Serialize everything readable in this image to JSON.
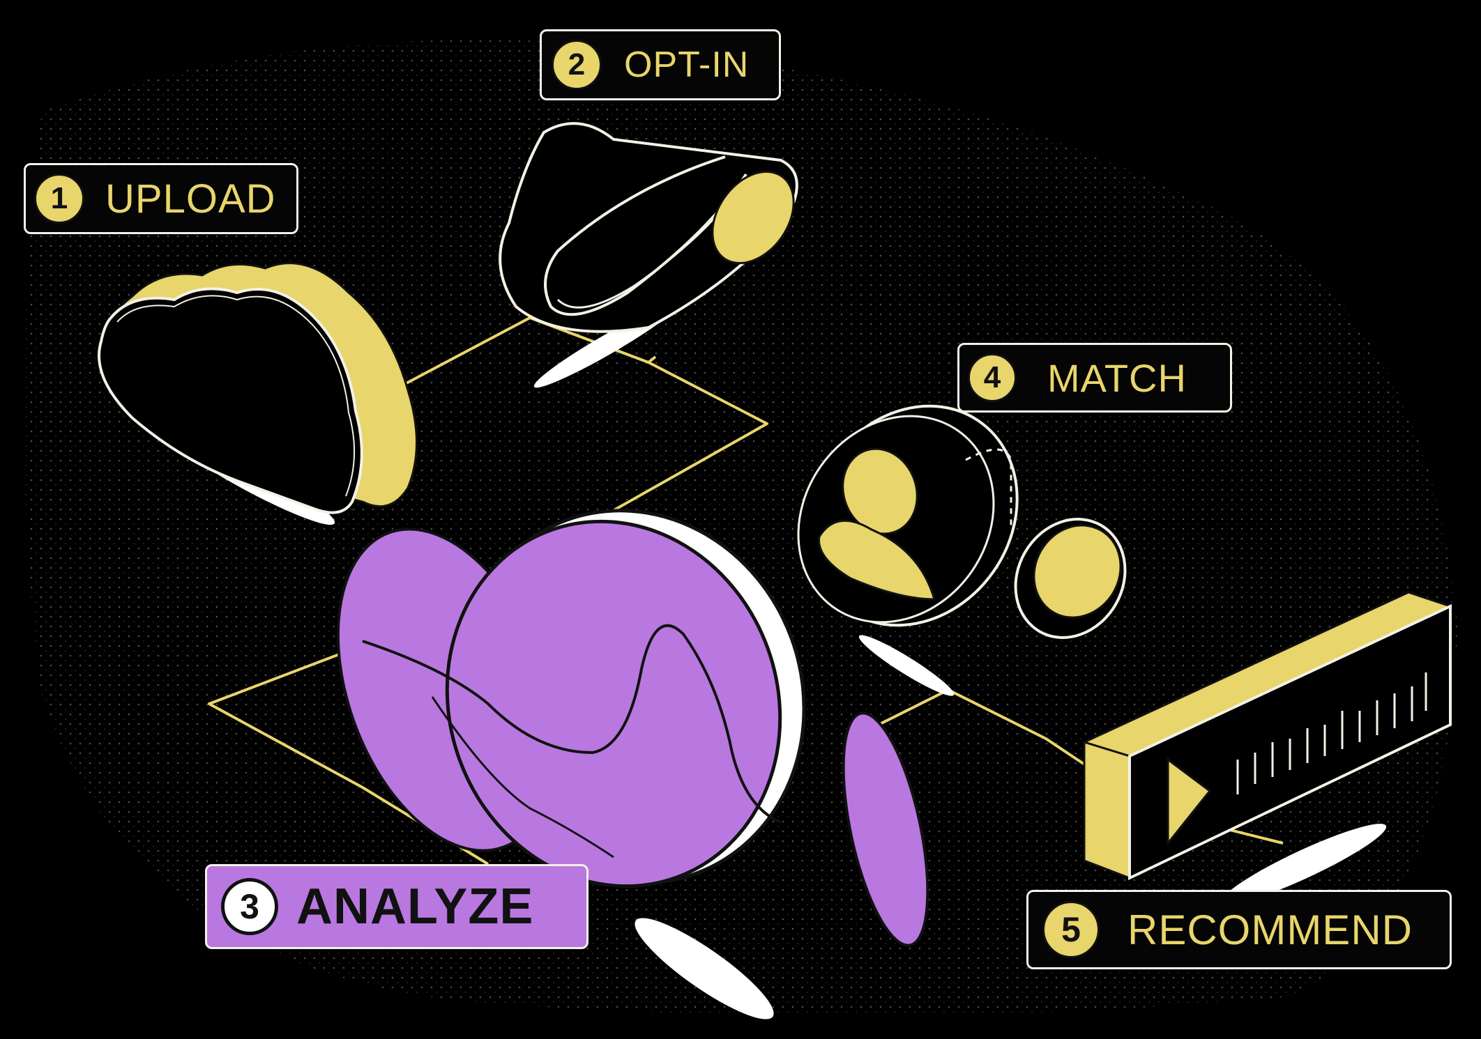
{
  "colors": {
    "background": "#000000",
    "accent_yellow": "#e8d56b",
    "accent_purple": "#b978e0",
    "outline": "#f4f1e6"
  },
  "steps": [
    {
      "number": "1",
      "label": "UPLOAD",
      "icon": "cloud-icon"
    },
    {
      "number": "2",
      "label": "OPT-IN",
      "icon": "toggle-switch-icon"
    },
    {
      "number": "3",
      "label": "ANALYZE",
      "icon": "sound-wave-disc-icon"
    },
    {
      "number": "4",
      "label": "MATCH",
      "icon": "user-match-icon"
    },
    {
      "number": "5",
      "label": "RECOMMEND",
      "icon": "media-player-icon"
    }
  ]
}
